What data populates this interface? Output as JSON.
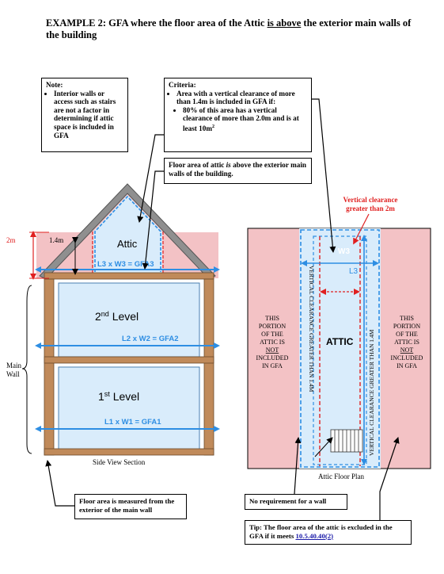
{
  "title": {
    "prefix": "EXAMPLE 2: GFA where the floor area of the Attic ",
    "emph": "is above",
    "suffix": " the exterior main walls of the building"
  },
  "note": {
    "heading": "Note:",
    "bullet": "Interior walls or access such as stairs are not a factor in determining if attic space is included in GFA"
  },
  "criteria": {
    "heading": "Criteria:",
    "bullet": "Area with a vertical clearance of more than 1.4m is included in GFA if:",
    "sub_prefix": "80% of this area has a vertical clearance of more than 2.0m and is at least 10m",
    "sub_sup": "2"
  },
  "floor_note": {
    "prefix": "Floor area of attic ",
    "emph": "is",
    "suffix": " above the exterior main walls of the building."
  },
  "side": {
    "attic_label": "Attic",
    "attic_formula": "L3 x W3 = GFA3",
    "second_level": "2",
    "second_sup": "nd",
    "second_suffix": " Level",
    "second_formula": "L2 x W2 = GFA2",
    "first_level": "1",
    "first_sup": "st",
    "first_suffix": " Level",
    "first_formula": "L1 x W1 = GFA1",
    "dim_2m": "2m",
    "dim_1_4m": "1.4m",
    "main_wall_1": "Main",
    "main_wall_2": "Wall",
    "caption": "Side View Section"
  },
  "plan": {
    "vertical_clearance_1": "Vertical clearance",
    "vertical_clearance_2": "greater than 2m",
    "w3": "W3",
    "l3": "L3",
    "attic": "ATTIC",
    "side_vertical_left": "VERTICAL CLEARANCE GREATER THAN 1.4M",
    "side_vertical_right": "VERTICAL CLEARANCE GREATER THAN 1.4M",
    "portion_lines": [
      "THIS",
      "PORTION",
      "OF THE",
      "ATTIC IS",
      "NOT",
      "INCLUDED",
      "IN GFA"
    ],
    "caption": "Attic Floor Plan"
  },
  "bottom": {
    "floor_measured": "Floor area is measured from the exterior of the main wall",
    "no_wall": "No requirement for a wall",
    "tip_prefix": "Tip: The floor area of the attic is excluded in the GFA if it meets ",
    "tip_link": "10.5.40.40(2)"
  },
  "colors": {
    "pink": "#f3c2c5",
    "light_blue": "#d9ecfb",
    "blue": "#2e8ee3",
    "red": "#e02020",
    "wall": "#c08a5a",
    "roof": "#8f8f8f",
    "link": "#1a1aa8"
  }
}
